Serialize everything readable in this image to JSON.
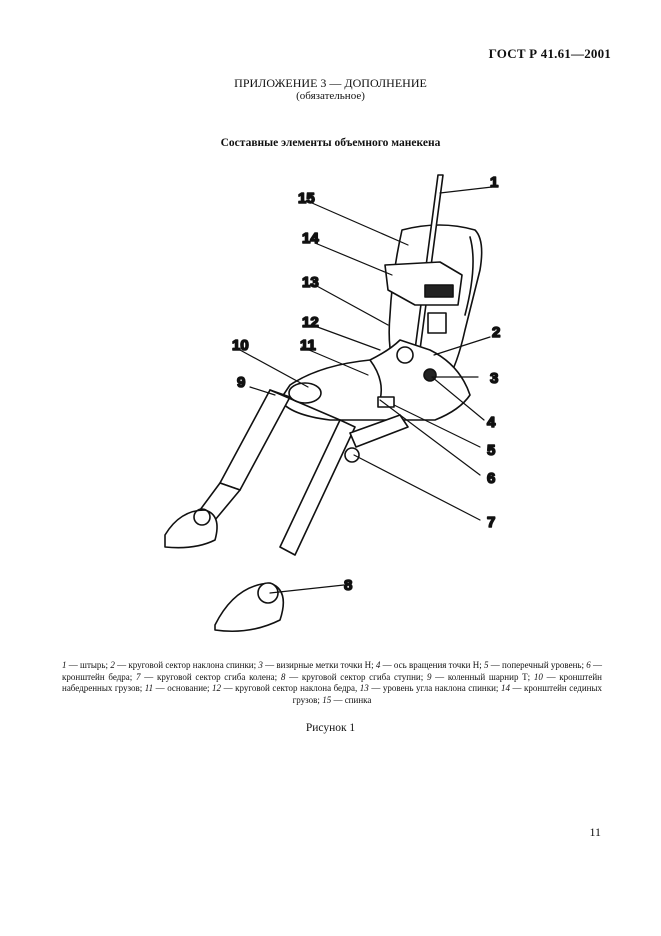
{
  "header": {
    "standard_code": "ГОСТ Р 41.61—2001"
  },
  "annex": {
    "title": "ПРИЛОЖЕНИЕ 3 — ДОПОЛНЕНИЕ",
    "subtitle": "(обязательное)"
  },
  "figure": {
    "heading": "Составные элементы объемного манекена",
    "callouts": [
      "1",
      "2",
      "3",
      "4",
      "5",
      "6",
      "7",
      "8",
      "9",
      "10",
      "11",
      "12",
      "13",
      "14",
      "15"
    ],
    "caption": "Рисунок 1"
  },
  "legend": [
    {
      "num": "1",
      "text": " — штырь; "
    },
    {
      "num": "2",
      "text": " — круговой сектор наклона спинки; "
    },
    {
      "num": "3",
      "text": " — визирные метки точки Н; "
    },
    {
      "num": "4",
      "text": " — ось вращения точки Н; "
    },
    {
      "num": "5",
      "text": " — поперечный уровень; "
    },
    {
      "num": "6",
      "text": " — кронштейн бедра; "
    },
    {
      "num": "7",
      "text": " — круговой сектор сгиба колена; "
    },
    {
      "num": "8",
      "text": " — круговой сектор сгиба ступни; "
    },
    {
      "num": "9",
      "text": " — коленный шарнир Т; "
    },
    {
      "num": "10",
      "text": " — кронштейн набедренных грузов; "
    },
    {
      "num": "11",
      "text": " — основание; "
    },
    {
      "num": "12",
      "text": " — круговой сектор наклона бедра, "
    },
    {
      "num": "13",
      "text": " — уровень угла наклона спинки; "
    },
    {
      "num": "14",
      "text": " — кронштейн сединых грузов; "
    },
    {
      "num": "15",
      "text": " — спинка"
    }
  ],
  "page_number": "11"
}
